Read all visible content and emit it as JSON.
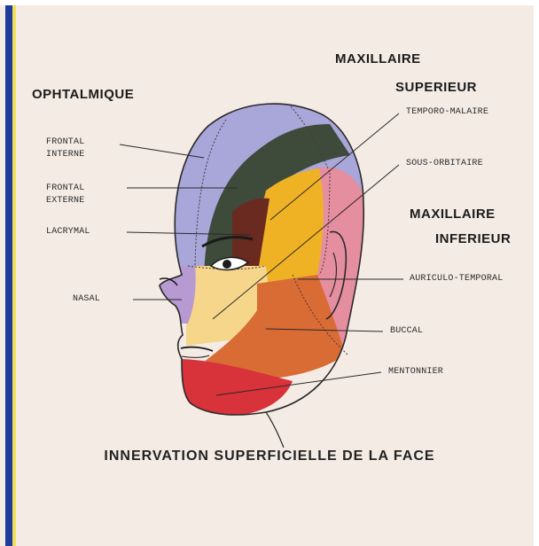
{
  "headings": {
    "ophtalmique": "OPHTALMIQUE",
    "maxillaire_superieur_1": "MAXILLAIRE",
    "maxillaire_superieur_2": "SUPERIEUR",
    "maxillaire_inferieur_1": "MAXILLAIRE",
    "maxillaire_inferieur_2": "INFERIEUR"
  },
  "labels": {
    "frontal_interne_1": "FRONTAL",
    "frontal_interne_2": "INTERNE",
    "frontal_externe_1": "FRONTAL",
    "frontal_externe_2": "EXTERNE",
    "lacrymal": "LACRYMAL",
    "nasal": "NASAL",
    "temporo_malaire": "TEMPORO-MALAIRE",
    "sous_orbitaire": "SOUS-ORBITAIRE",
    "auriculo_temporal": "AURICULO-TEMPORAL",
    "buccal": "BUCCAL",
    "mentonnier": "MENTONNIER"
  },
  "caption": "INNERVATION SUPERFICIELLE DE LA FACE",
  "colors": {
    "background": "#f3ebe4",
    "frontal_interne": "#a9a6d9",
    "frontal_externe": "#3e4a3a",
    "lacrymal": "#6a2a1f",
    "temporo_malaire": "#f0b225",
    "sous_orbitaire": "#f6d68a",
    "auriculo_temporal": "#e58ea0",
    "buccal": "#d96b34",
    "mentonnier": "#d8323a",
    "nasal": "#b79ad2"
  }
}
